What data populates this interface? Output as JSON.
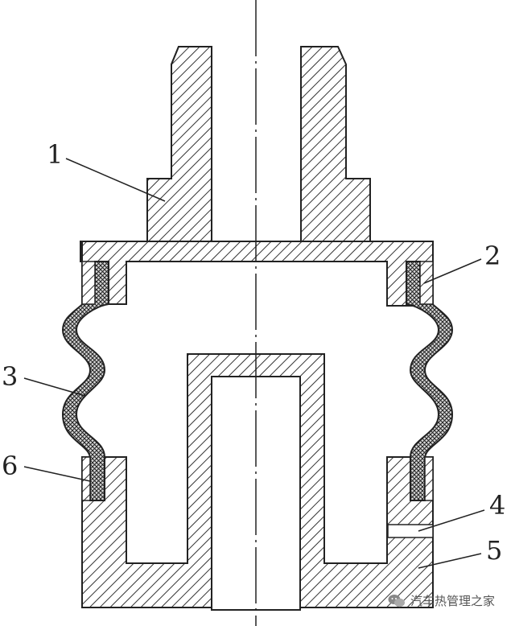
{
  "diagram": {
    "colors": {
      "outline": "#222222",
      "hatch": "#333333",
      "background": "#ffffff"
    },
    "callouts": [
      {
        "id": "1",
        "label": "1"
      },
      {
        "id": "2",
        "label": "2"
      },
      {
        "id": "3",
        "label": "3"
      },
      {
        "id": "4",
        "label": "4"
      },
      {
        "id": "5",
        "label": "5"
      },
      {
        "id": "6",
        "label": "6"
      }
    ],
    "watermark": {
      "text": "汽车热管理之家",
      "icon": "wechat-icon"
    }
  }
}
